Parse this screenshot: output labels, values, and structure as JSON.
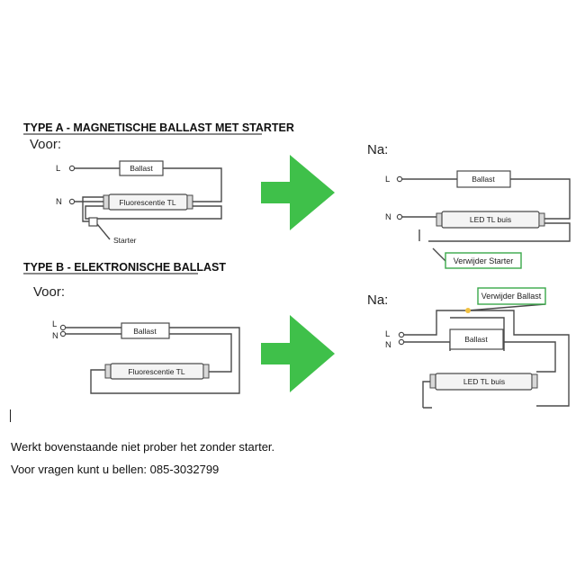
{
  "type_a": {
    "heading": "TYPE A - MAGNETISCHE BALLAST MET STARTER",
    "before": {
      "label": "Voor:",
      "terminal_l": "L",
      "terminal_n": "N",
      "ballast": "Ballast",
      "tube": "Fluorescentie TL",
      "starter": "Starter"
    },
    "after": {
      "label": "Na:",
      "terminal_l": "L",
      "terminal_n": "N",
      "ballast": "Ballast",
      "tube": "LED TL buis",
      "callout": "Verwijder Starter"
    }
  },
  "type_b": {
    "heading": "TYPE B - ELEKTRONISCHE BALLAST",
    "before": {
      "label": "Voor:",
      "terminal_l": "L",
      "terminal_n": "N",
      "ballast": "Ballast",
      "tube": "Fluorescentie TL"
    },
    "after": {
      "label": "Na:",
      "terminal_l": "L",
      "terminal_n": "N",
      "ballast": "Ballast",
      "tube": "LED TL buis",
      "callout": "Verwijder Ballast"
    }
  },
  "colors": {
    "arrow": "#3fc04a",
    "callout_border": "#3aa84a",
    "wire": "#4a4a4a",
    "marker": "#f0c040"
  },
  "notes": [
    "Werkt bovenstaande niet prober het zonder starter.",
    "Voor vragen kunt u bellen: 085-3032799"
  ]
}
